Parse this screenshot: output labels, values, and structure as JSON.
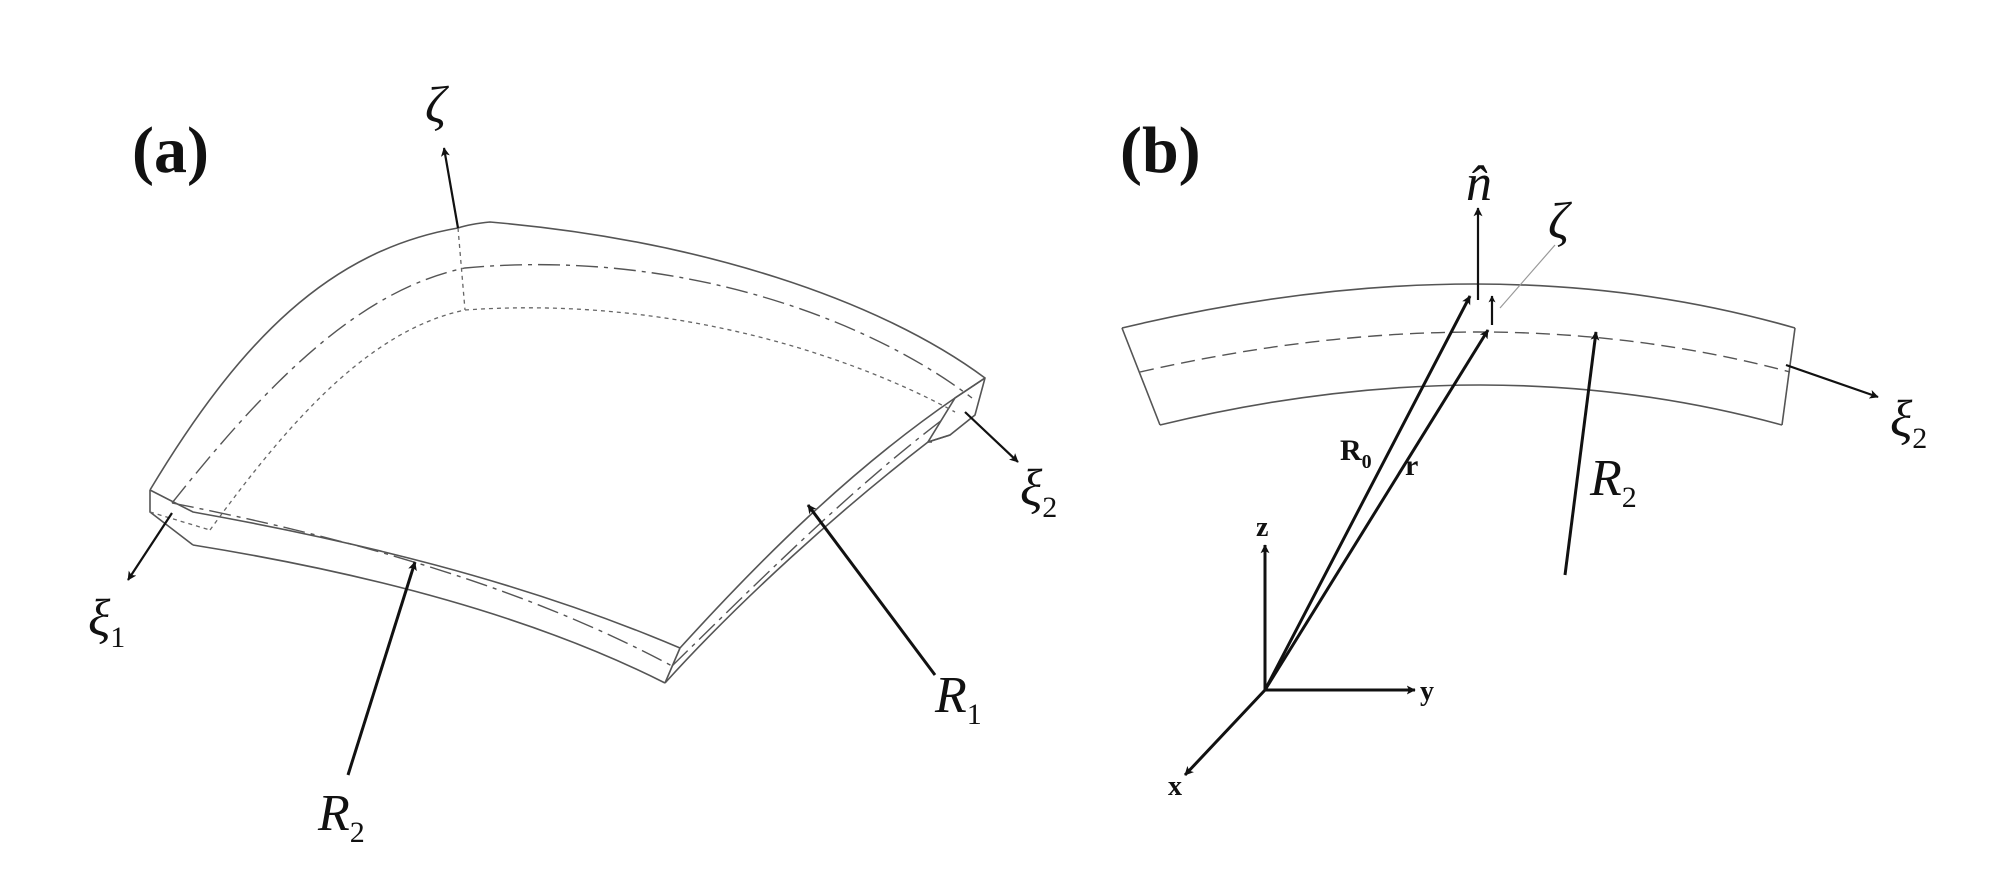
{
  "panel_a": {
    "label": "(a)",
    "zeta": "ζ",
    "xi1": {
      "sym": "ξ",
      "sub": "1"
    },
    "xi2": {
      "sym": "ξ",
      "sub": "2"
    },
    "R1": {
      "sym": "R",
      "sub": "1"
    },
    "R2": {
      "sym": "R",
      "sub": "2"
    }
  },
  "panel_b": {
    "label": "(b)",
    "n_hat": "n̂",
    "zeta": "ζ",
    "xi2": {
      "sym": "ξ",
      "sub": "2"
    },
    "R2": {
      "sym": "R",
      "sub": "2"
    },
    "R0": {
      "sym": "R",
      "sub": "0"
    },
    "r": "r",
    "axes": {
      "x": "x",
      "y": "y",
      "z": "z"
    }
  }
}
